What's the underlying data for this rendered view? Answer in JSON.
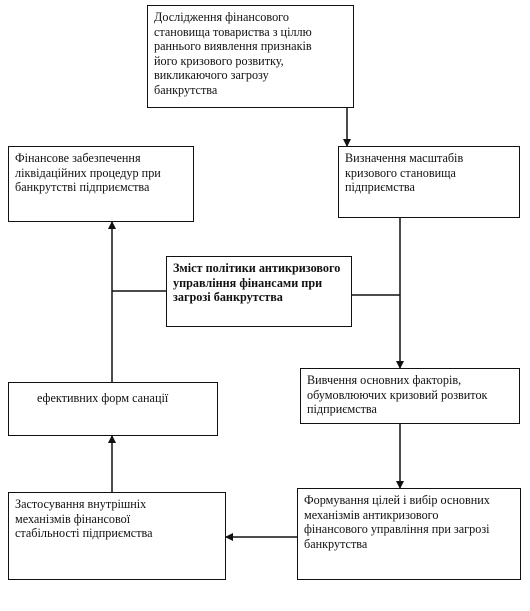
{
  "boxes": {
    "research": "Дослідження фінансового\nстановища товариства з ціллю\nраннього виявлення признаків\nйого кризового розвитку,\nвикликаючого загрозу\nбанкрутства",
    "scale": "Визначення масштабів\nкризового становища\nпідприємства",
    "financing": "Фінансове забезпечення\nліквідаційних процедур при\nбанкрутстві підприємства",
    "policy": "Зміст політики антикризового\nуправління фінансами при\nзагрозі банкрутства",
    "factors": "Вивчення основних факторів,\nобумовлюючих кризовий розвиток\nпідприємства",
    "sanation": "ефективних форм санації",
    "mechanisms": "Застосування внутрішніх\nмеханізмів фінансової\nстабільності підприємства",
    "goals": "Формування цілей і вибір основних\nмеханізмів антикризового\nфінансового управління при загрозі\nбанкрутства"
  }
}
